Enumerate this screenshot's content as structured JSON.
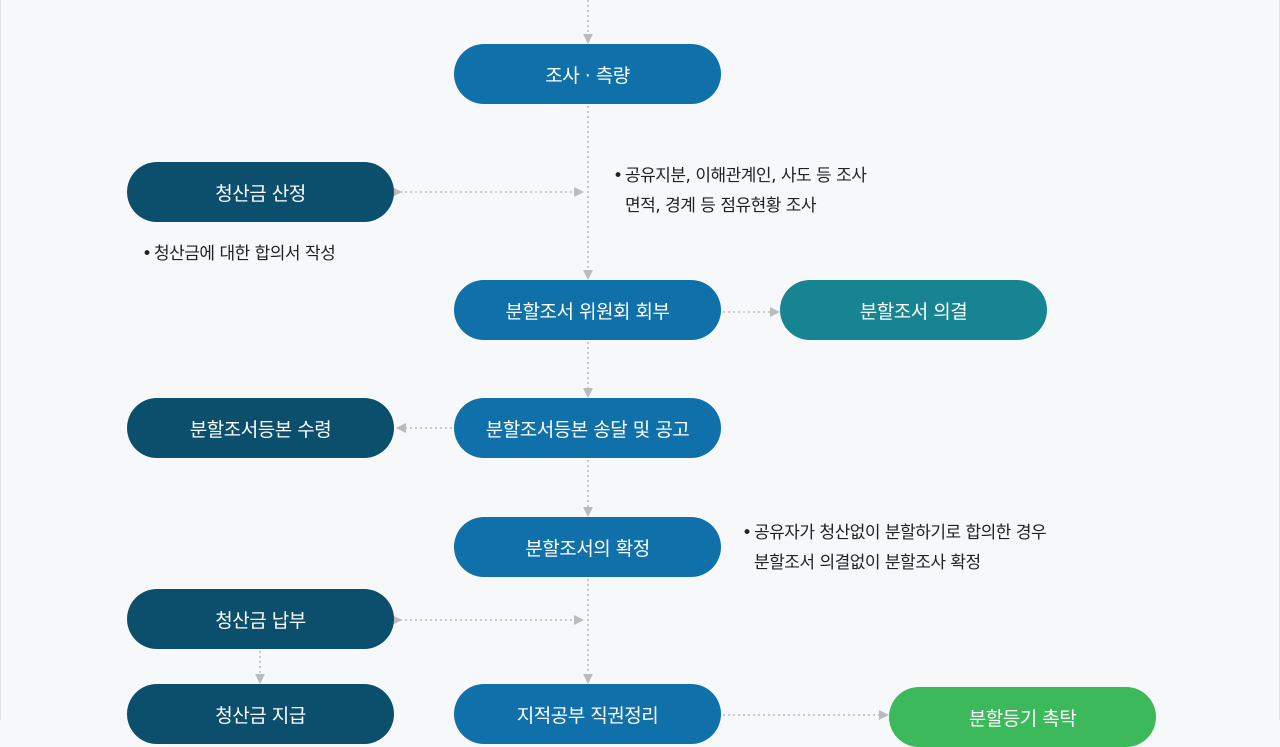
{
  "nodes": {
    "survey": "조사 · 측량",
    "settlement_calc": "청산금 산정",
    "committee": "분할조서 위원회 회부",
    "resolution": "분할조서 의결",
    "copy_receipt": "분할조서등본 수령",
    "copy_delivery": "분할조서등본 송달 및 공고",
    "confirmation": "분할조서의 확정",
    "settlement_payment": "청산금 납부",
    "settlement_pay_out": "청산금 지급",
    "cadastral": "지적공부 직권정리",
    "registration": "분할등기 촉탁"
  },
  "notes": {
    "survey": [
      "공유지분, 이해관계인, 사도 등 조사",
      "면적, 경계 등 점유현황 조사"
    ],
    "settlement": [
      "청산금에 대한 합의서 작성"
    ],
    "confirmation": [
      "공유자가 청산없이 분할하기로 합의한 경우",
      "분할조서 의결없이 분할조사 확정"
    ]
  },
  "colors": {
    "primary": "#1071aa",
    "dark": "#0b4f6c",
    "teal": "#168491",
    "green": "#3cb95a",
    "connector": "#bbbbbb"
  }
}
